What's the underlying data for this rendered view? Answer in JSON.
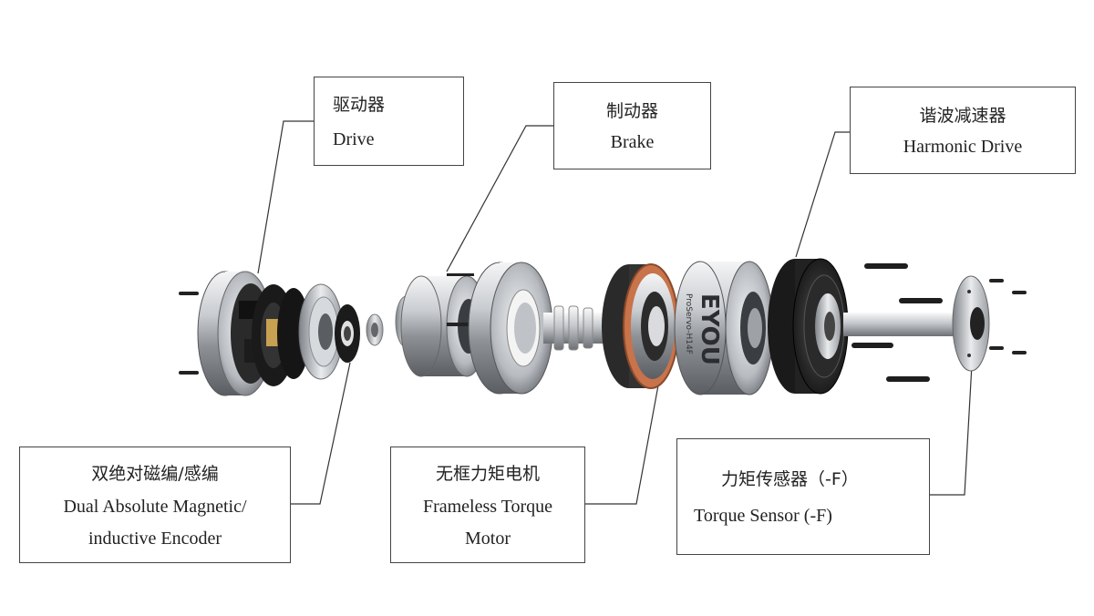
{
  "callouts": {
    "drive": {
      "zh": "驱动器",
      "en": "Drive"
    },
    "brake": {
      "zh": "制动器",
      "en": "Brake"
    },
    "harmonic": {
      "zh": "谐波减速器",
      "en": "Harmonic Drive"
    },
    "encoder": {
      "zh": "双绝对磁编/感编",
      "en_line1": "Dual Absolute Magnetic/",
      "en_line2": "inductive Encoder"
    },
    "motor": {
      "zh": "无框力矩电机",
      "en_line1": "Frameless Torque",
      "en_line2": "Motor"
    },
    "torque": {
      "zh": "力矩传感器（-F）",
      "en": "Torque Sensor (-F)"
    }
  },
  "product": {
    "brand": "EYOU",
    "model": "ProServo-H14F"
  },
  "colors": {
    "metal_light": "#e6e8ea",
    "metal_mid": "#a9adb2",
    "metal_dark": "#4a4d52",
    "black": "#1a1a1a",
    "copper": "#c8734a",
    "border": "#444444",
    "leader": "#333333"
  }
}
